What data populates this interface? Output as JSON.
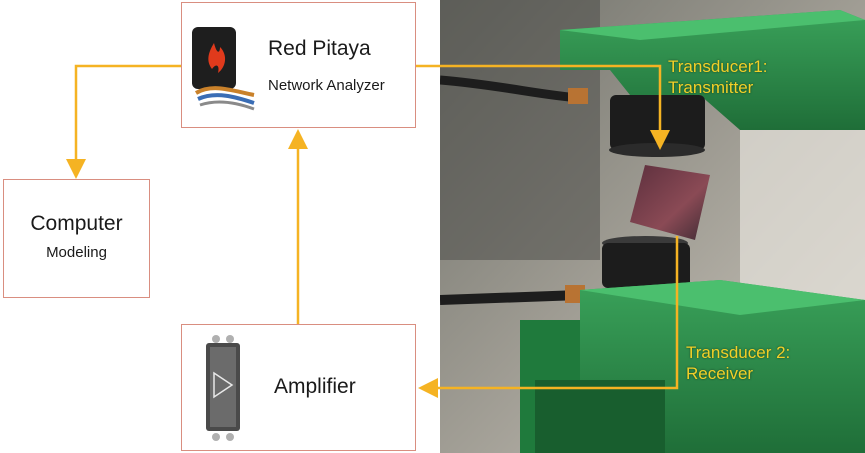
{
  "red_pitaya": {
    "title": "Red Pitaya",
    "subtitle": "Network Analyzer"
  },
  "computer": {
    "title": "Computer",
    "subtitle": "Modeling"
  },
  "amplifier": {
    "title": "Amplifier"
  },
  "transducer1": {
    "line1": "Transducer1:",
    "line2": "Transmitter"
  },
  "transducer2": {
    "line1": "Transducer 2:",
    "line2": "Receiver"
  },
  "colors": {
    "arrow": "#f5b323",
    "box_border": "#d98e80",
    "label_yellow": "#f2d028",
    "holder_green": "#2a8a4a"
  },
  "icons": [
    "red-pitaya-device-icon",
    "amplifier-device-icon"
  ]
}
